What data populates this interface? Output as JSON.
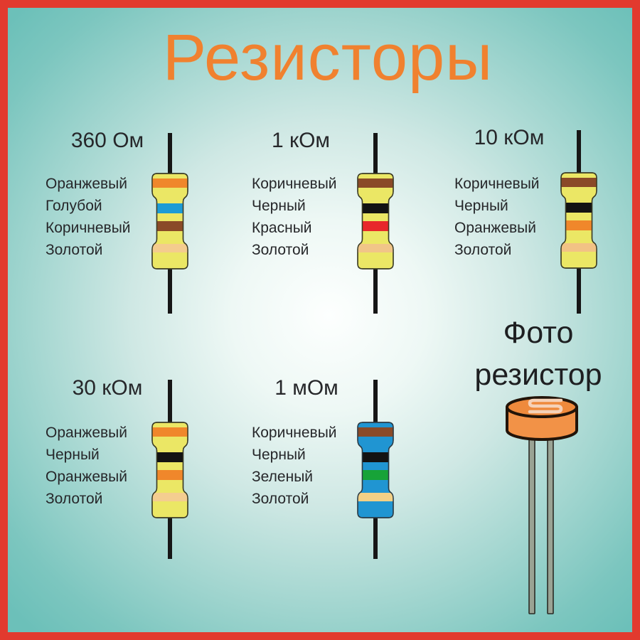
{
  "poster": {
    "title": "Резисторы",
    "title_color": "#f0812f",
    "border_color": "#e23a2e",
    "background_center_color": "#fdfffe",
    "background_edge_color": "#6cc0b9",
    "text_color": "#26272a",
    "lead_color": "#161616"
  },
  "resistors": [
    {
      "value": "360 Ом",
      "body_color": "#ebe765",
      "bands": [
        {
          "name": "Оранжевый",
          "color": "#f0872b"
        },
        {
          "name": "Голубой",
          "color": "#1d9bd5"
        },
        {
          "name": "Коричневый",
          "color": "#8a4a28"
        },
        {
          "name": "Золотой",
          "color": "#f4cc8e"
        }
      ]
    },
    {
      "value": "1 кОм",
      "body_color": "#ebe765",
      "bands": [
        {
          "name": "Коричневый",
          "color": "#8a4a28"
        },
        {
          "name": "Черный",
          "color": "#131313"
        },
        {
          "name": "Красный",
          "color": "#e8272b"
        },
        {
          "name": "Золотой",
          "color": "#f1c588"
        }
      ]
    },
    {
      "value": "10 кОм",
      "body_color": "#ebe765",
      "bands": [
        {
          "name": "Коричневый",
          "color": "#8a4a28"
        },
        {
          "name": "Черный",
          "color": "#131313"
        },
        {
          "name": "Оранжевый",
          "color": "#f0872b"
        },
        {
          "name": "Золотой",
          "color": "#f2c285"
        }
      ]
    },
    {
      "value": "30 кОм",
      "body_color": "#ebe765",
      "bands": [
        {
          "name": "Оранжевый",
          "color": "#f0872b"
        },
        {
          "name": "Черный",
          "color": "#131313"
        },
        {
          "name": "Оранжевый",
          "color": "#f0872b"
        },
        {
          "name": "Золотой",
          "color": "#f4cd90"
        }
      ]
    },
    {
      "value": "1 мОм",
      "body_color": "#2095d2",
      "bands": [
        {
          "name": "Коричневый",
          "color": "#8a4a28"
        },
        {
          "name": "Черный",
          "color": "#131313"
        },
        {
          "name": "Зеленый",
          "color": "#17a338"
        },
        {
          "name": "Золотой",
          "color": "#f2d086"
        }
      ]
    }
  ],
  "photoresistor": {
    "label_line1": "Фото",
    "label_line2": "резистор",
    "body_color": "#f29247",
    "top_color": "#ef8a3c",
    "pattern_color": "#f6d2b8",
    "leg_color": "#9aa394",
    "outline_color": "#221409"
  }
}
